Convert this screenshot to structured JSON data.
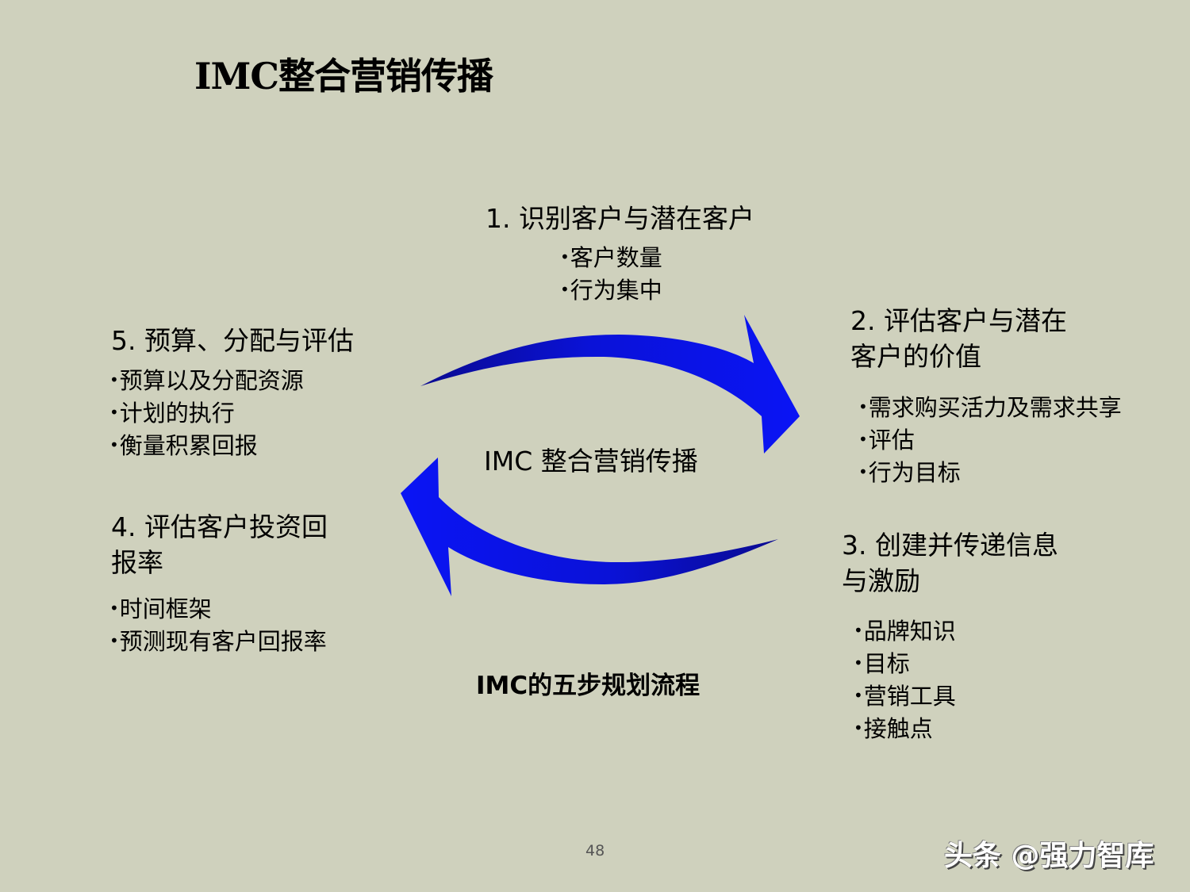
{
  "slide": {
    "title": "IMC整合营销传播",
    "center_label": "IMC 整合营销传播",
    "caption": "IMC的五步规划流程",
    "page_number": "48",
    "watermark": "头条 @强力智库"
  },
  "colors": {
    "background": "#cfd1bd",
    "arrow_light": "#0a14f0",
    "arrow_dark": "#0a0a9a",
    "text": "#000000"
  },
  "steps": [
    {
      "heading_lines": [
        "1. 识别客户与潜在客户"
      ],
      "bullets": [
        "客户数量",
        "行为集中"
      ]
    },
    {
      "heading_lines": [
        "2. 评估客户与潜在",
        "客户的价值"
      ],
      "bullets": [
        "需求购买活力及需求共享",
        "评估",
        "行为目标"
      ]
    },
    {
      "heading_lines": [
        "3. 创建并传递信息",
        "与激励"
      ],
      "bullets": [
        "品牌知识",
        "目标",
        "营销工具",
        "接触点"
      ]
    },
    {
      "heading_lines": [
        "4. 评估客户投资回",
        "报率"
      ],
      "bullets": [
        "时间框架",
        "预测现有客户回报率"
      ]
    },
    {
      "heading_lines": [
        "5. 预算、分配与评估"
      ],
      "bullets": [
        "预算以及分配资源",
        "计划的执行",
        "衡量积累回报"
      ]
    }
  ],
  "arrows": [
    {
      "name": "clockwise-top-arrow",
      "direction": "right"
    },
    {
      "name": "clockwise-bottom-arrow",
      "direction": "left"
    }
  ]
}
